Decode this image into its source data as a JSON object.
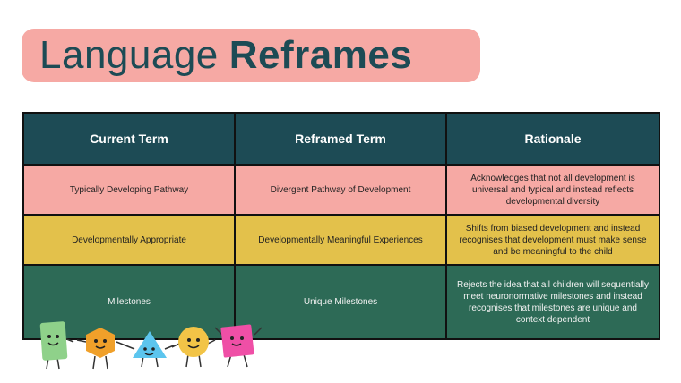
{
  "title": {
    "light": "Language",
    "bold": "Reframes"
  },
  "table": {
    "headers": [
      "Current Term",
      "Reframed Term",
      "Rationale"
    ],
    "rows": [
      [
        "Typically Developing Pathway",
        "Divergent Pathway of Development",
        "Acknowledges that not all development is universal and typical and instead reflects developmental diversity"
      ],
      [
        "Developmentally Appropriate",
        "Developmentally Meaningful Experiences",
        "Shifts from biased development and instead recognises that development must make sense and be meaningful to the child"
      ],
      [
        "Milestones",
        "Unique Milestones",
        "Rejects the idea that all children will sequentially meet neuronormative milestones and instead recognises that milestones are unique and context dependent"
      ]
    ]
  },
  "colors": {
    "header": "#1d4b55",
    "pink": "#f6a9a4",
    "yellow": "#e3c14b",
    "green": "#2d6a56"
  },
  "decorations": [
    "green-rectangle-character-icon",
    "orange-hexagon-character-icon",
    "blue-triangle-character-icon",
    "yellow-circle-character-icon",
    "pink-square-character-icon"
  ]
}
